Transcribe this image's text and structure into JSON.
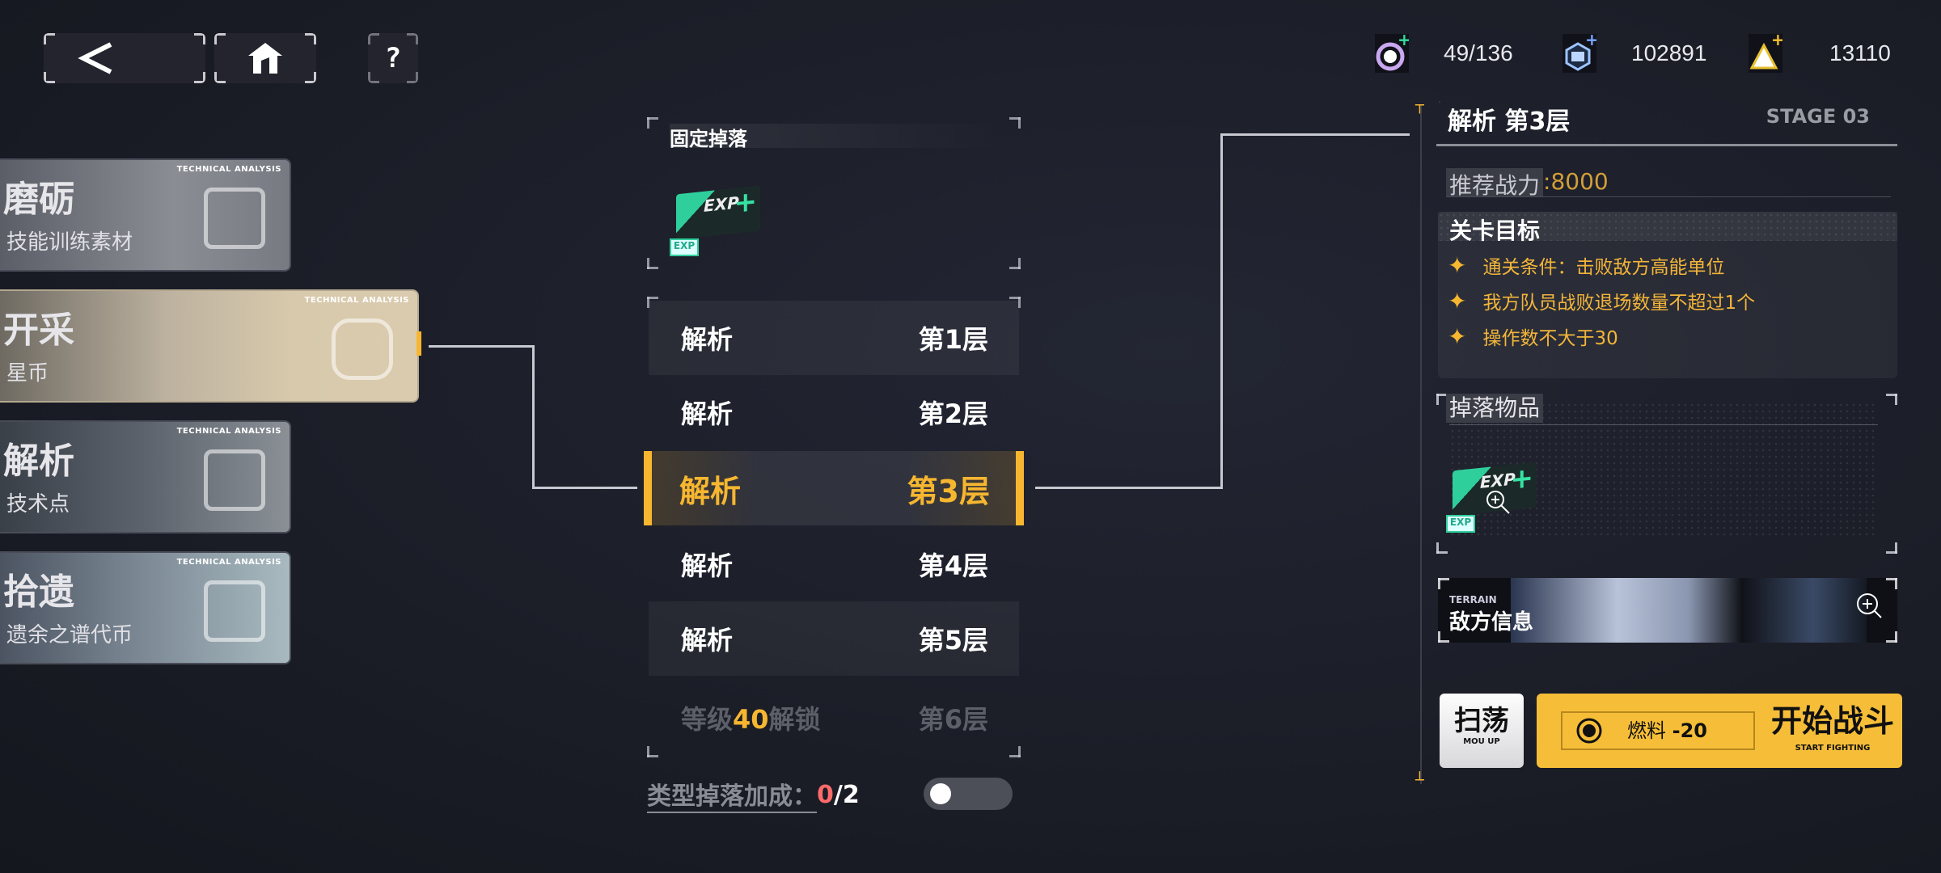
{
  "nav": {
    "back_icon": "chevron-left-icon",
    "home_icon": "home-icon",
    "help_label": "?"
  },
  "currencies": [
    {
      "name": "fuel",
      "icon": "gear-circle-icon",
      "value": "49/136",
      "plus_color": "#2fe0a0"
    },
    {
      "name": "star-coin",
      "icon": "hex-coin-icon",
      "value": "102891",
      "plus_color": "#7aa6ff"
    },
    {
      "name": "premium",
      "icon": "triangle-icon",
      "value": "13110",
      "plus_color": "#f6c02c"
    }
  ],
  "categories": [
    {
      "tag": "TECHNICAL ANALYSIS",
      "title": "磨砺",
      "subtitle": "技能训练素材",
      "selected": false
    },
    {
      "tag": "TECHNICAL ANALYSIS",
      "title": "开采",
      "subtitle": "星币",
      "selected": true
    },
    {
      "tag": "TECHNICAL ANALYSIS",
      "title": "解析",
      "subtitle": "技术点",
      "selected": false
    },
    {
      "tag": "TECHNICAL ANALYSIS",
      "title": "拾遗",
      "subtitle": "遗余之谱代币",
      "selected": false
    }
  ],
  "fixed_drop": {
    "title": "固定掉落",
    "item_label": "EXP",
    "item_plus": "+",
    "item_tag": "EXP"
  },
  "levels": [
    {
      "name": "解析",
      "floor": "第1层"
    },
    {
      "name": "解析",
      "floor": "第2层"
    },
    {
      "name": "解析",
      "floor": "第3层",
      "selected": true
    },
    {
      "name": "解析",
      "floor": "第4层"
    },
    {
      "name": "解析",
      "floor": "第5层"
    },
    {
      "lock_prefix": "等级",
      "lock_level": "40",
      "lock_suffix": "解锁",
      "floor": "第6层",
      "locked": true
    }
  ],
  "drop_bonus": {
    "label": "类型掉落加成：",
    "current": "0",
    "total": "/2",
    "toggle_on": false
  },
  "detail": {
    "title": "解析 第3层",
    "stage": "STAGE 03",
    "power_label": "推荐战力",
    "power_value": ":8000",
    "objectives_title": "关卡目标",
    "objectives": [
      "通关条件：击败敌方高能单位",
      "我方队员战败退场数量不超过1个",
      "操作数不大于30"
    ],
    "drops_title": "掉落物品",
    "enemy_tag": "TERRAIN",
    "enemy_title": "敌方信息"
  },
  "actions": {
    "sweep_label": "扫荡",
    "sweep_sub": "MOU UP",
    "fuel_label": "燃料",
    "fuel_cost": "-20",
    "start_label": "开始战斗",
    "start_sub": "START FIGHTING"
  },
  "colors": {
    "accent": "#f6b630",
    "bg": "#1b1d27",
    "text_dim": "#6c6e78",
    "red": "#ff6a6a"
  }
}
